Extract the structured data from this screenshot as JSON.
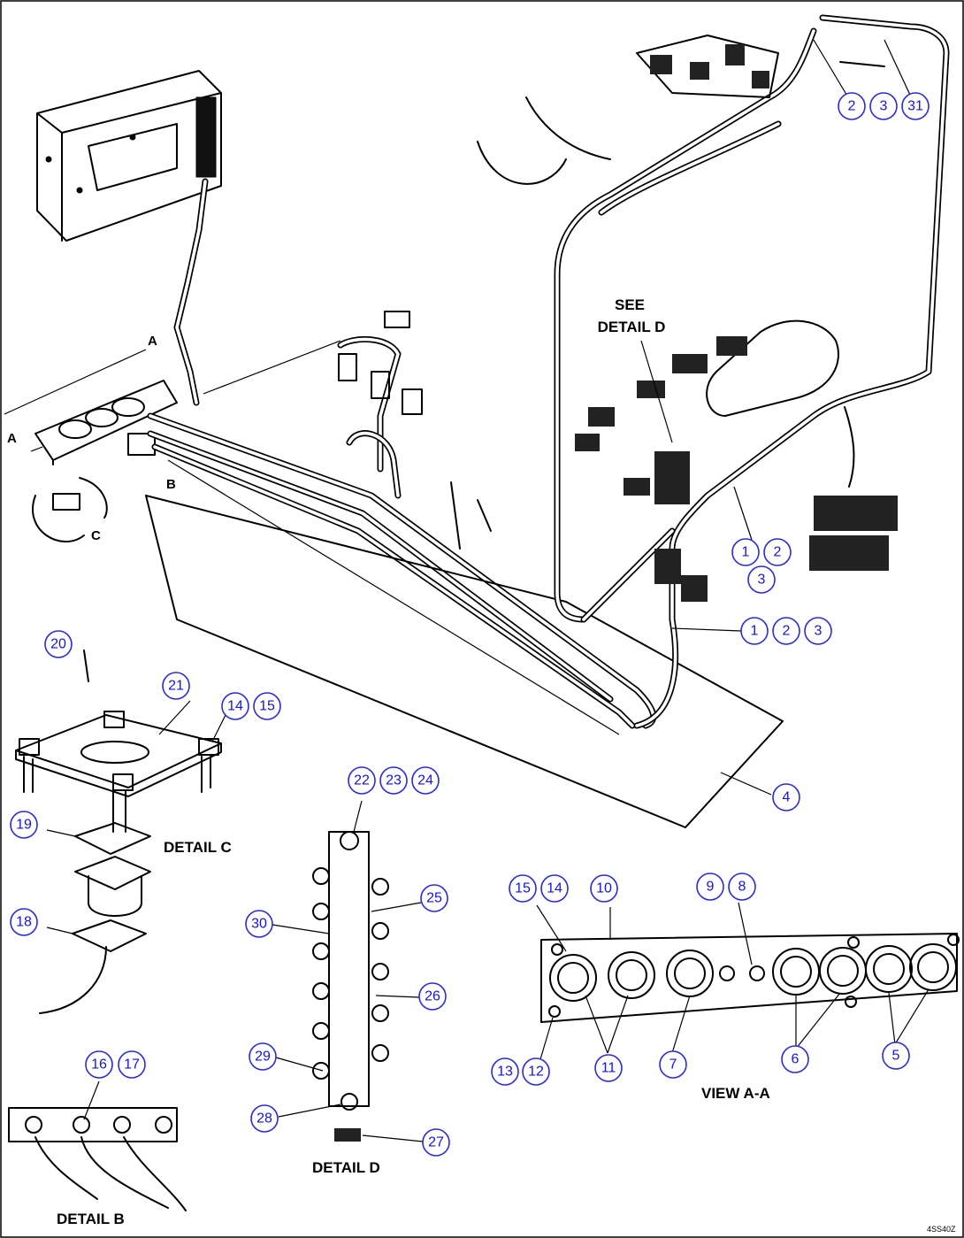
{
  "figure_id": "4SS40Z",
  "text_labels": {
    "see_detail_d_line1": "SEE",
    "see_detail_d_line2": "DETAIL D",
    "detail_b": "DETAIL B",
    "detail_c": "DETAIL C",
    "detail_d": "DETAIL D",
    "view_aa": "VIEW A-A",
    "section_a_top": "A",
    "section_a_left": "A",
    "section_b": "B",
    "section_c": "C"
  },
  "callouts": [
    {
      "label": "2"
    },
    {
      "label": "3"
    },
    {
      "label": "31"
    },
    {
      "label": "1"
    },
    {
      "label": "2"
    },
    {
      "label": "3"
    },
    {
      "label": "1"
    },
    {
      "label": "2"
    },
    {
      "label": "3"
    },
    {
      "label": "4"
    },
    {
      "label": "20"
    },
    {
      "label": "21"
    },
    {
      "label": "14"
    },
    {
      "label": "15"
    },
    {
      "label": "19"
    },
    {
      "label": "18"
    },
    {
      "label": "22"
    },
    {
      "label": "23"
    },
    {
      "label": "24"
    },
    {
      "label": "25"
    },
    {
      "label": "30"
    },
    {
      "label": "26"
    },
    {
      "label": "29"
    },
    {
      "label": "28"
    },
    {
      "label": "27"
    },
    {
      "label": "16"
    },
    {
      "label": "17"
    },
    {
      "label": "15"
    },
    {
      "label": "14"
    },
    {
      "label": "10"
    },
    {
      "label": "9"
    },
    {
      "label": "8"
    },
    {
      "label": "13"
    },
    {
      "label": "12"
    },
    {
      "label": "11"
    },
    {
      "label": "7"
    },
    {
      "label": "6"
    },
    {
      "label": "5"
    }
  ],
  "colors": {
    "callout_text": "#1515d8",
    "callout_ring": "#2b2bd6",
    "line_art": "#000000",
    "background": "#ffffff"
  }
}
